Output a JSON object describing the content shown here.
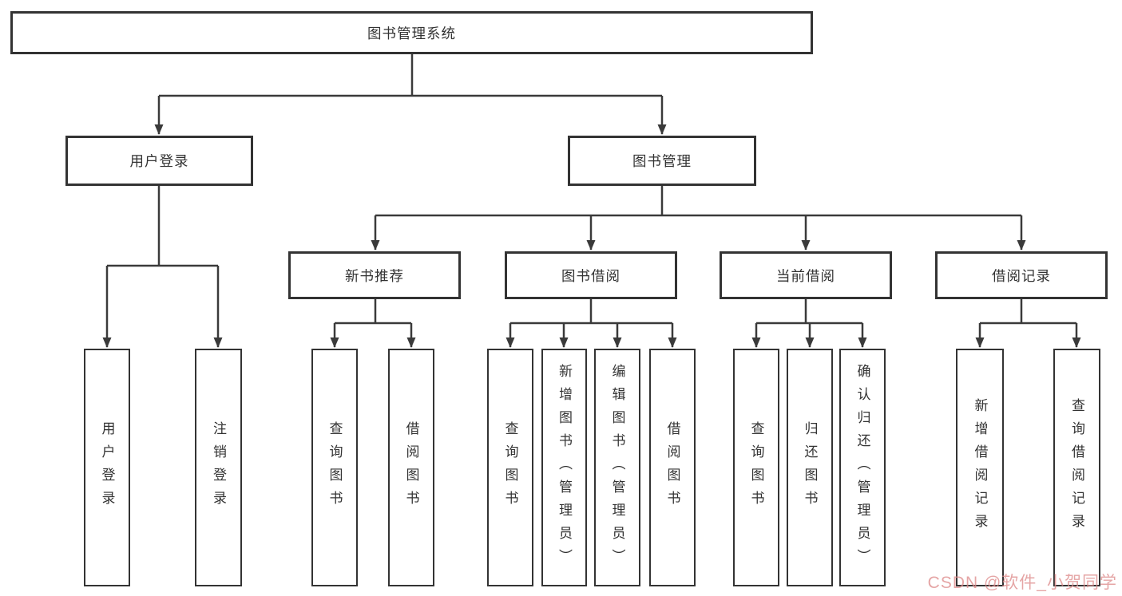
{
  "tree": {
    "label": "图书管理系统",
    "children": [
      {
        "label": "用户登录",
        "children": [
          {
            "label": "用户登录"
          },
          {
            "label": "注销登录"
          }
        ]
      },
      {
        "label": "图书管理",
        "children": [
          {
            "label": "新书推荐",
            "children": [
              {
                "label": "查询图书"
              },
              {
                "label": "借阅图书"
              }
            ]
          },
          {
            "label": "图书借阅",
            "children": [
              {
                "label": "查询图书"
              },
              {
                "label": "新增图书（管理员）"
              },
              {
                "label": "编辑图书（管理员）"
              },
              {
                "label": "借阅图书"
              }
            ]
          },
          {
            "label": "当前借阅",
            "children": [
              {
                "label": "查询图书"
              },
              {
                "label": "归还图书"
              },
              {
                "label": "确认归还（管理员）"
              }
            ]
          },
          {
            "label": "借阅记录",
            "children": [
              {
                "label": "新增借阅记录"
              },
              {
                "label": "查询借阅记录"
              }
            ]
          }
        ]
      }
    ]
  },
  "watermark": {
    "text": "CSDN @软件_小贺同学"
  },
  "colors": {
    "line": "#3a3a3a",
    "border": "#333333",
    "text": "#333333",
    "watermark": "#de8c8c",
    "background": "#ffffff"
  }
}
